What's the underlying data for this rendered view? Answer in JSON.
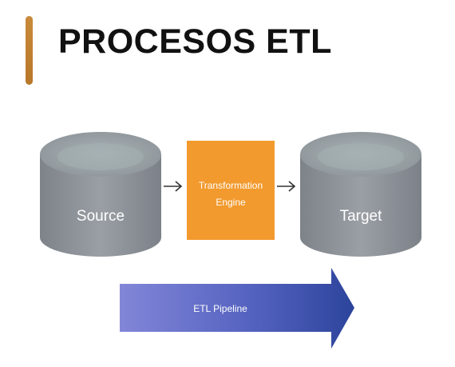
{
  "slide": {
    "title": "PROCESOS ETL"
  },
  "diagram": {
    "source_label": "Source",
    "engine_label_line1": "Transformation",
    "engine_label_line2": "Engine",
    "target_label": "Target",
    "pipeline_label": "ETL Pipeline",
    "colors": {
      "accent": "#c0802f",
      "cylinder": "#8f949a",
      "engine": "#f29a2e",
      "pipeline_start": "#7a7fd6",
      "pipeline_end": "#2f46a0"
    }
  }
}
